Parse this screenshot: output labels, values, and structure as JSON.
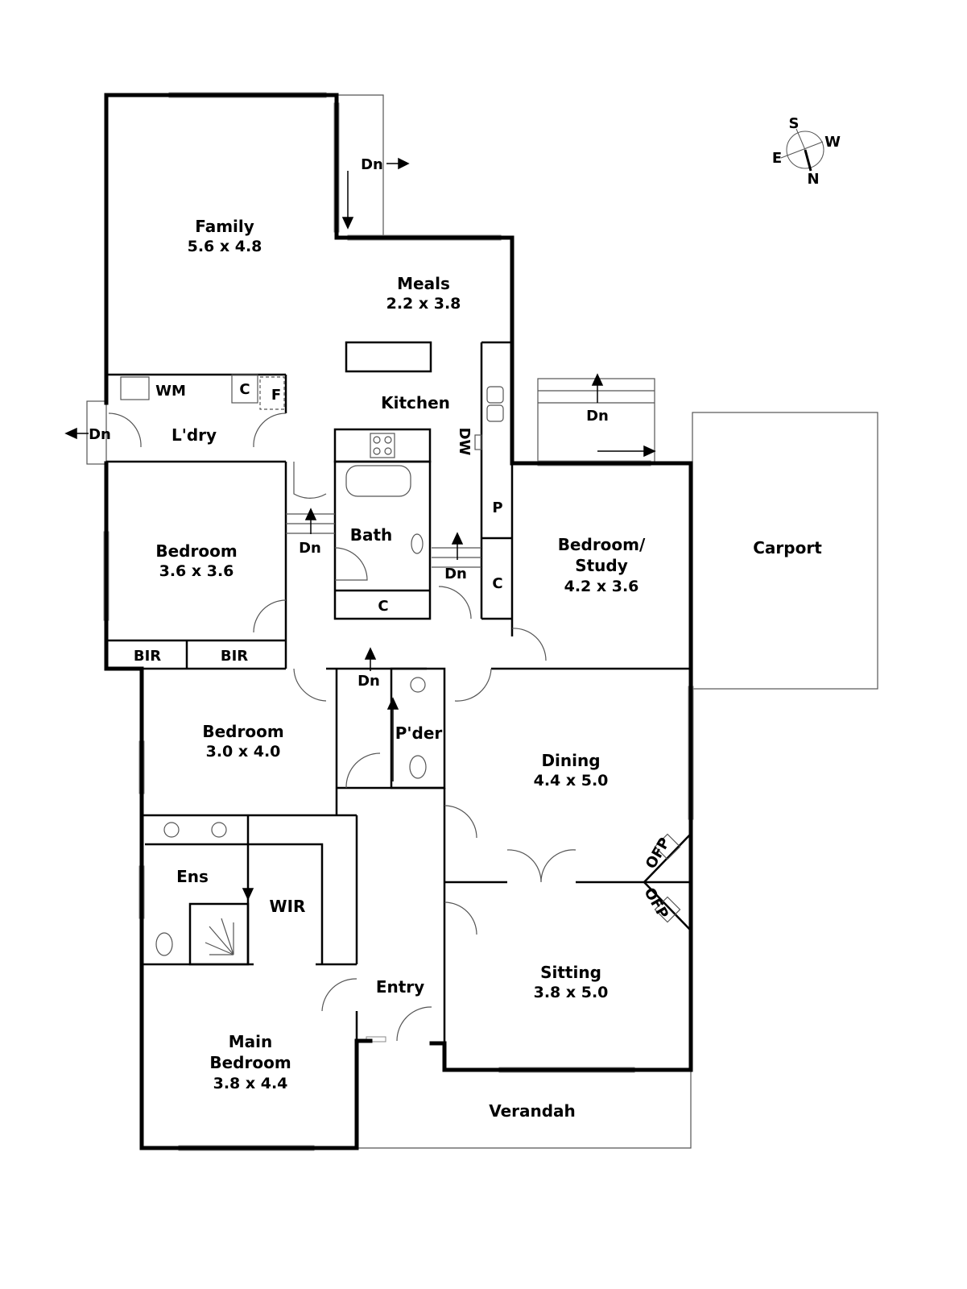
{
  "rooms": {
    "family": {
      "name": "Family",
      "dim": "5.6 x 4.8"
    },
    "meals": {
      "name": "Meals",
      "dim": "2.2 x 3.8"
    },
    "kitchen": {
      "name": "Kitchen"
    },
    "laundry": {
      "name": "L'dry"
    },
    "bath": {
      "name": "Bath"
    },
    "bedroom1": {
      "name": "Bedroom",
      "dim": "3.6 x 3.6"
    },
    "study": {
      "name": "Bedroom/",
      "name2": "Study",
      "dim": "4.2 x 3.6"
    },
    "carport": {
      "name": "Carport"
    },
    "bedroom2": {
      "name": "Bedroom",
      "dim": "3.0 x 4.0"
    },
    "powder": {
      "name": "P'der"
    },
    "dining": {
      "name": "Dining",
      "dim": "4.4 x 5.0"
    },
    "ensuite": {
      "name": "Ens"
    },
    "wir": {
      "name": "WIR"
    },
    "entry": {
      "name": "Entry"
    },
    "sitting": {
      "name": "Sitting",
      "dim": "3.8 x 5.0"
    },
    "main_bedroom": {
      "name": "Main",
      "name2": "Bedroom",
      "dim": "3.8 x 4.4"
    },
    "verandah": {
      "name": "Verandah"
    }
  },
  "fixtures": {
    "wm": "WM",
    "c": "C",
    "f": "F",
    "dw": "DW",
    "p": "P",
    "bir": "BIR",
    "ofp": "OFP"
  },
  "steps": {
    "dn": "Dn"
  },
  "compass": {
    "s": "S",
    "w": "W",
    "e": "E",
    "n": "N"
  }
}
